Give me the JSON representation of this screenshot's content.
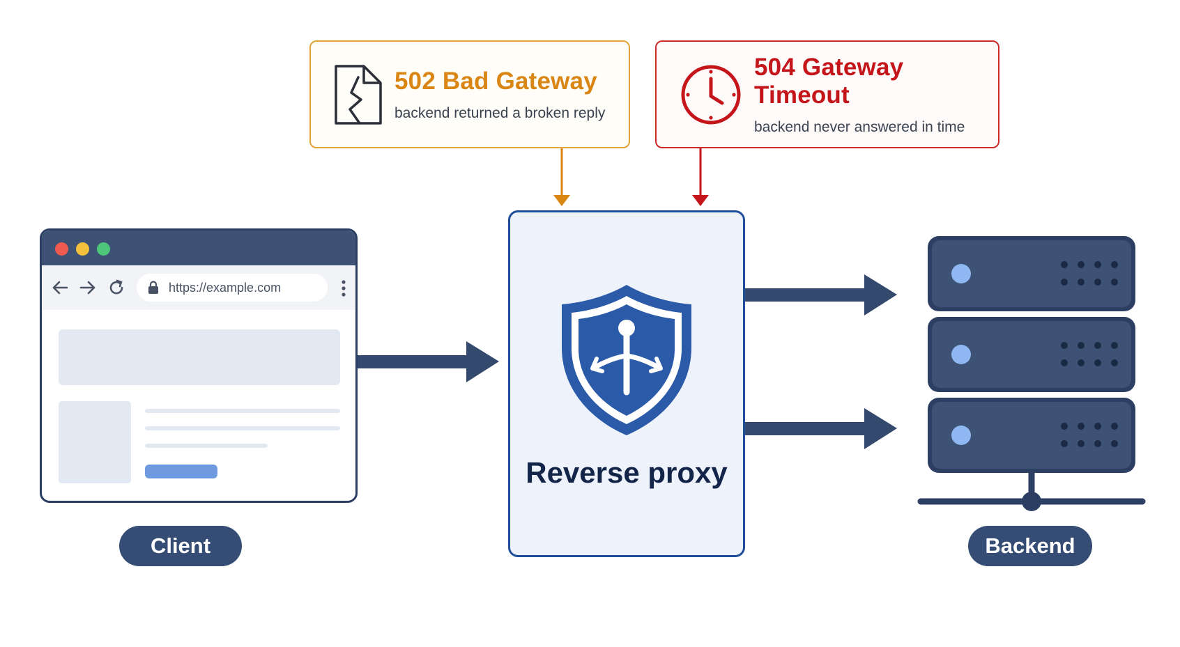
{
  "errors": {
    "bad_gateway": {
      "title": "502 Bad Gateway",
      "description": "backend returned a broken reply",
      "icon": "broken-file-icon",
      "color": "#d98614",
      "border_color": "#e2a33a"
    },
    "gateway_timeout": {
      "title": "504 Gateway Timeout",
      "description": "backend never answered in time",
      "icon": "clock-icon",
      "color": "#c4151a",
      "border_color": "#cf2a2a"
    }
  },
  "client": {
    "label": "Client",
    "browser": {
      "url": "https://example.com",
      "window_dots": [
        "#ef5a50",
        "#f5c13c",
        "#4ec77a"
      ]
    }
  },
  "proxy": {
    "label": "Reverse proxy",
    "icon": "shield-routing-icon"
  },
  "backend": {
    "label": "Backend",
    "icon": "server-rack-icon",
    "server_units": 3
  },
  "colors": {
    "navy": "#2c3e62",
    "arrow": "#34496e",
    "proxy_border": "#1f4f9a",
    "shield": "#2b5aa8"
  }
}
